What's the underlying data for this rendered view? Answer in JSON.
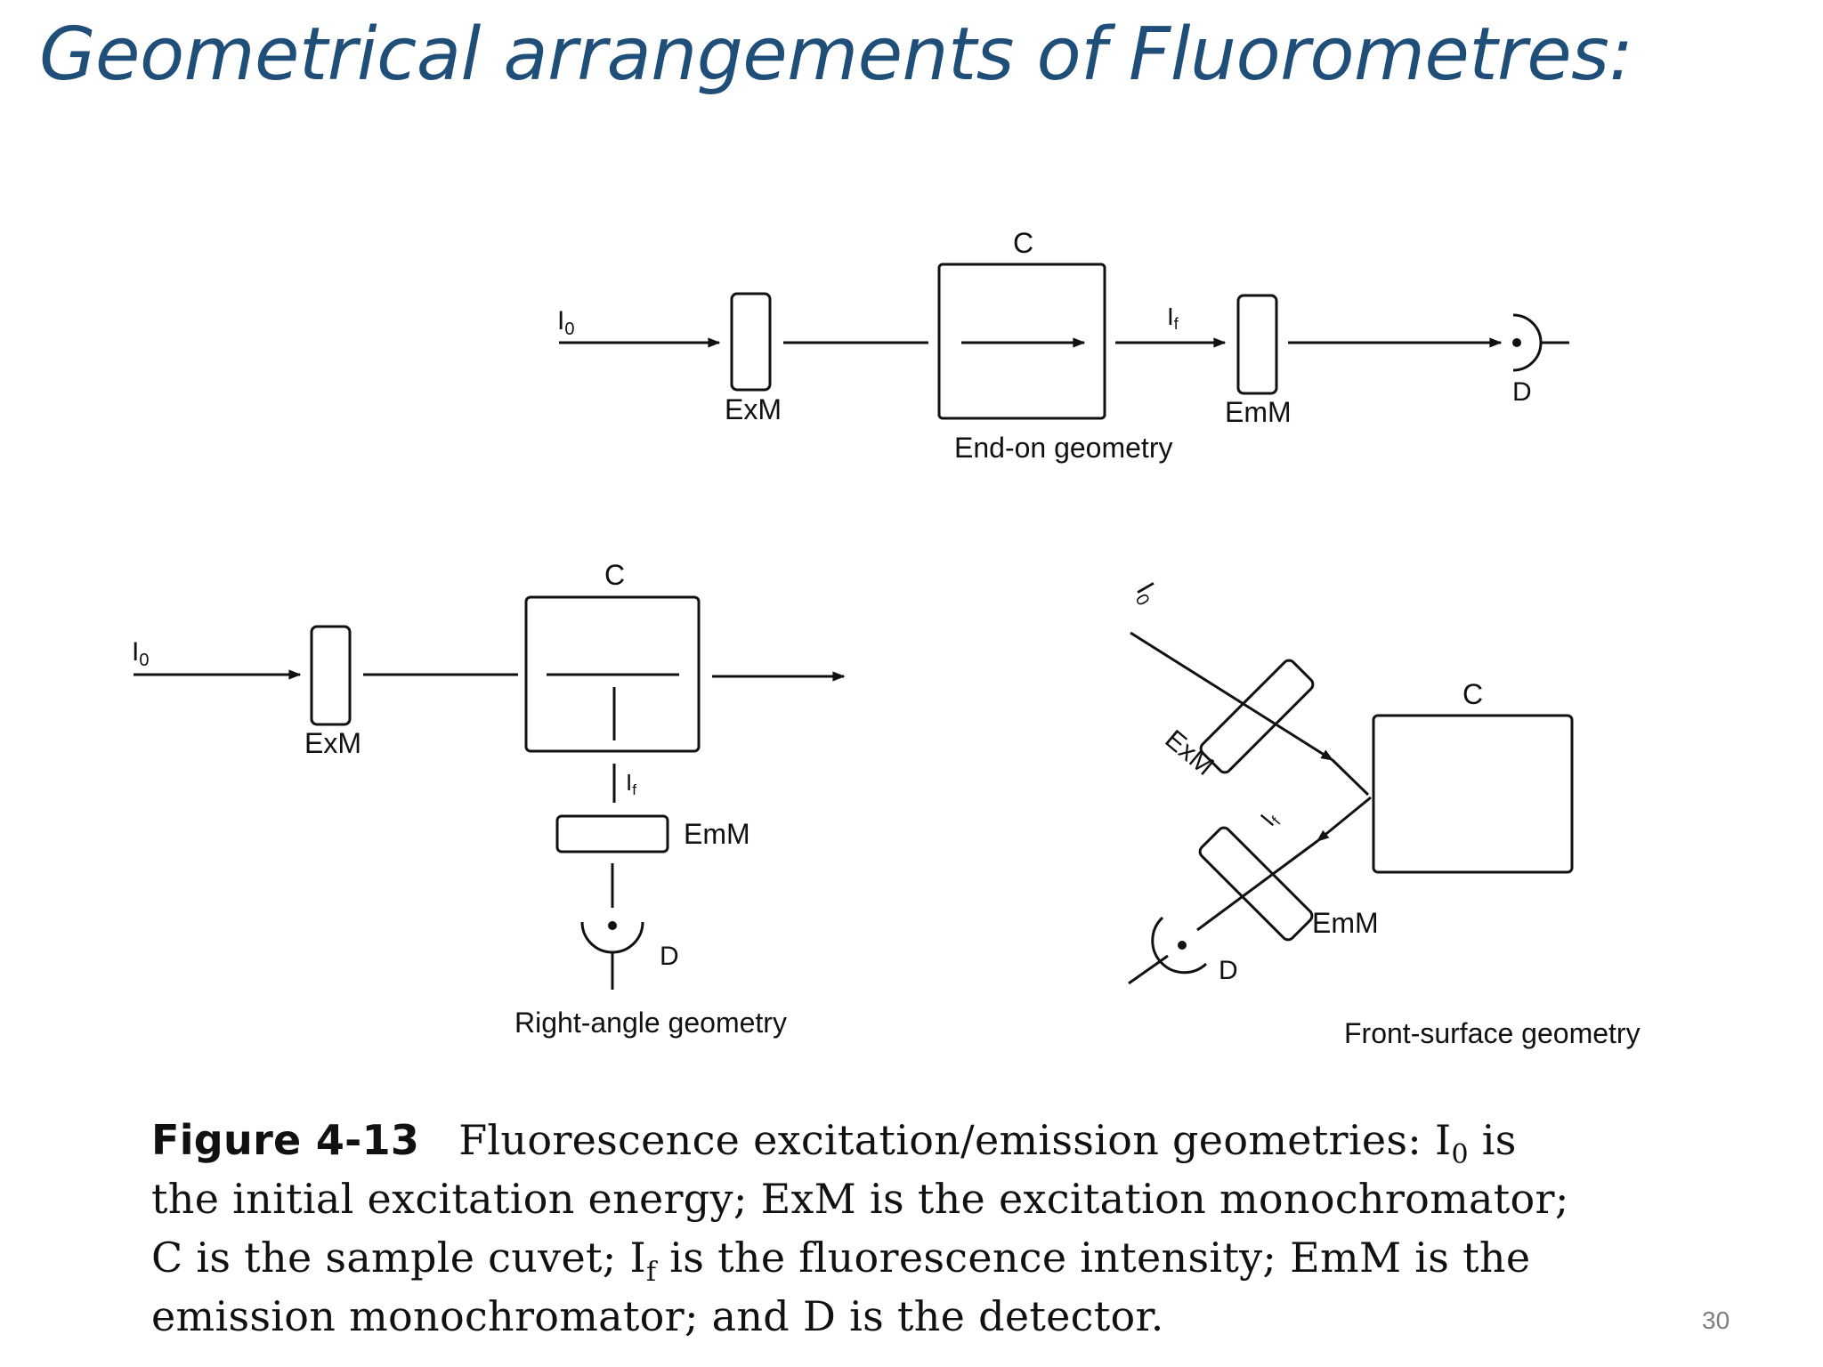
{
  "title": "Geometrical arrangements of Fluorometres:",
  "diagrams": {
    "end_on": {
      "caption": "End-on geometry",
      "i0": "I",
      "i0_sub": "0",
      "exm": "ExM",
      "c": "C",
      "if": "I",
      "if_sub": "f",
      "emm": "EmM",
      "d": "D"
    },
    "right_angle": {
      "caption": "Right-angle geometry",
      "i0": "I",
      "i0_sub": "0",
      "exm": "ExM",
      "c": "C",
      "if": "I",
      "if_sub": "f",
      "emm": "EmM",
      "d": "D"
    },
    "front_surface": {
      "caption": "Front-surface geometry",
      "i0": "I",
      "i0_sub": "0",
      "exm": "ExM",
      "c": "C",
      "if": "I",
      "if_sub": "f",
      "emm": "EmM",
      "d": "D"
    }
  },
  "figure_caption": {
    "label": "Figure 4-13",
    "line1": "Fluorescence excitation/emission geometries: I",
    "line1_sub": "0",
    "line1_end": " is",
    "line2": "the initial excitation energy; ExM is the excitation monochromator;",
    "line3_a": "C is the sample cuvet; I",
    "line3_sub": "f",
    "line3_b": " is the fluorescence intensity; EmM is the",
    "line4": "emission monochromator; and D is the detector."
  },
  "page_number": "30"
}
